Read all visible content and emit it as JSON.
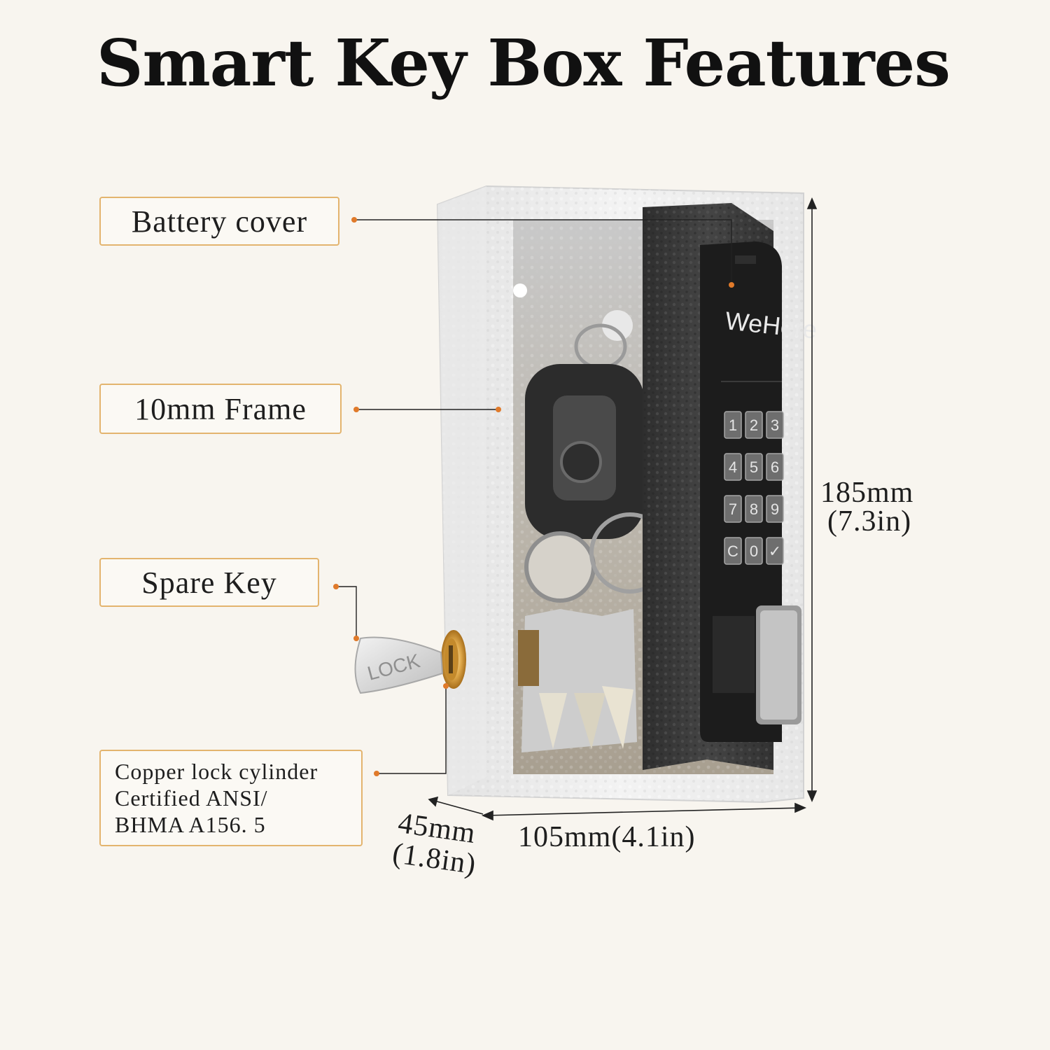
{
  "title": "Smart Key Box Features",
  "callouts": {
    "battery_cover": "Battery cover",
    "frame": "10mm Frame",
    "spare_key": "Spare Key",
    "copper_lock": {
      "line1": "Copper lock cylinder",
      "line2": "Certified ANSI/",
      "line3": "BHMA A156. 5"
    }
  },
  "dimensions": {
    "height_mm": "185mm",
    "height_in": "(7.3in)",
    "width": "105mm(4.1in)",
    "depth_mm": "45mm",
    "depth_in": "(1.8in)"
  },
  "product": {
    "brand": "WeHere",
    "keypad": [
      "1",
      "2",
      "3",
      "4",
      "5",
      "6",
      "7",
      "8",
      "9",
      "C",
      "0",
      "✓"
    ],
    "key_stamp": "LOCK"
  },
  "colors": {
    "background": "#f8f5ef",
    "callout_border": "#e3b46e",
    "callout_dot": "#e07a2a",
    "box_body": "#efefef",
    "door": "#3a3a3a"
  },
  "icons": [
    "keyhole-icon",
    "lock-cylinder-icon"
  ]
}
